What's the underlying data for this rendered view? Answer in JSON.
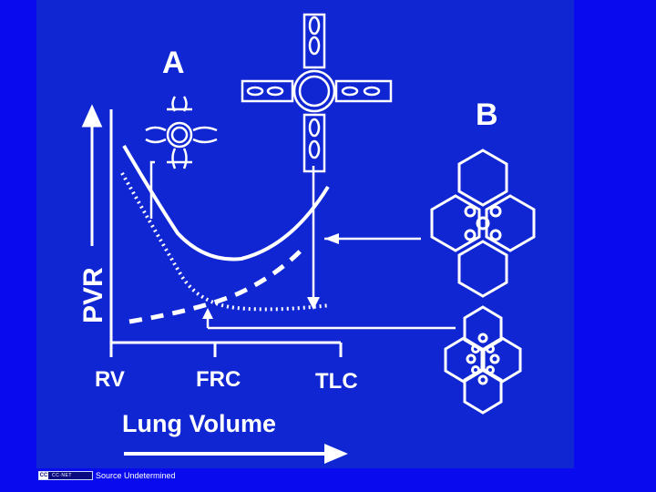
{
  "figure": {
    "panel_a_label": "A",
    "panel_b_label": "B",
    "y_axis_label": "PVR",
    "x_tick_labels": [
      "RV",
      "FRC",
      "TLC"
    ],
    "x_axis_label": "Lung Volume",
    "colors": {
      "background": "#0a0aee",
      "photo_background": "#0f26d2",
      "line": "#ffffff"
    }
  },
  "footer": {
    "logo_text": "CC·NET",
    "logo_badge": "CC",
    "source_text": "Source Undetermined"
  }
}
